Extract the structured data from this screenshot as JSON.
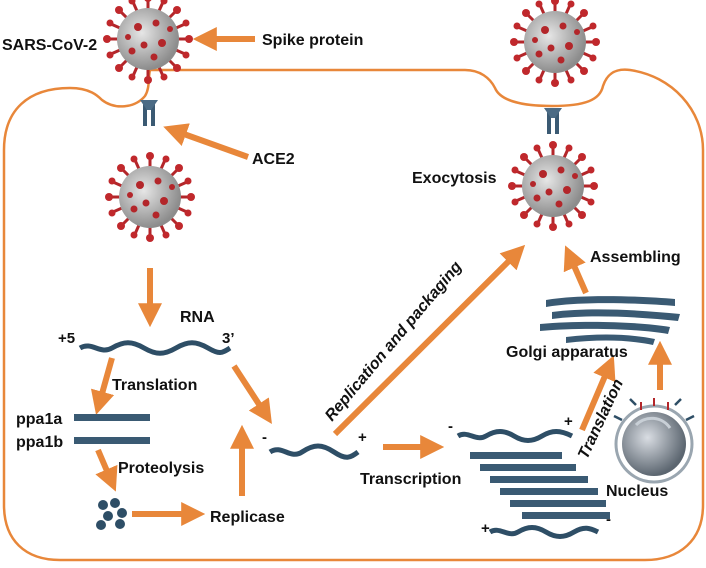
{
  "labels": {
    "sars": "SARS-CoV-2",
    "spike": "Spike protein",
    "ace2": "ACE2",
    "exocytosis": "Exocytosis",
    "assembling": "Assembling",
    "rna": "RNA",
    "plus5": "+5",
    "three_prime": "3’",
    "translation_left": "Translation",
    "ppa1a": "ppa1a",
    "ppa1b": "ppa1b",
    "proteolysis": "Proteolysis",
    "replicase": "Replicase",
    "replication_packaging": "Replication and packaging",
    "transcription": "Transcription",
    "golgi": "Golgi apparatus",
    "translation_right": "Translation",
    "nucleus": "Nucleus",
    "minus": "-",
    "plus": "+"
  },
  "colors": {
    "cell_membrane": "#e8873a",
    "arrow": "#e8873a",
    "rna_strand": "#2e4e66",
    "virus_body": "#b8b8b8",
    "virus_spike": "#b3262a",
    "receptor": "#3b5a73"
  }
}
